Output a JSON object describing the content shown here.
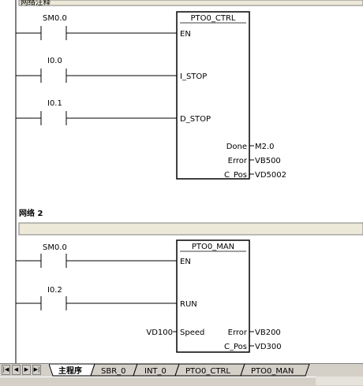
{
  "network1": {
    "header_partial": "网络注释",
    "block_title": "PTO0_CTRL",
    "contacts": [
      {
        "label": "SM0.0",
        "pin": "EN"
      },
      {
        "label": "I0.0",
        "pin": "I_STOP"
      },
      {
        "label": "I0.1",
        "pin": "D_STOP"
      }
    ],
    "outputs": [
      {
        "pin": "Done",
        "operand": "M2.0"
      },
      {
        "pin": "Error",
        "operand": "VB500"
      },
      {
        "pin": "C_Pos",
        "operand": "VD5002"
      }
    ]
  },
  "network2": {
    "label": "网络 2",
    "block_title": "PTO0_MAN",
    "contacts": [
      {
        "label": "SM0.0",
        "pin": "EN"
      },
      {
        "label": "I0.2",
        "pin": "RUN"
      }
    ],
    "input": {
      "operand": "VD100",
      "pin": "Speed"
    },
    "outputs": [
      {
        "pin": "Error",
        "operand": "VB200"
      },
      {
        "pin": "C_Pos",
        "operand": "VD300"
      }
    ]
  },
  "tabs": [
    "主程序",
    "SBR_0",
    "INT_0",
    "PTO0_CTRL",
    "PTO0_MAN"
  ],
  "active_tab": "主程序",
  "nav_icons": [
    "first-icon",
    "prev-icon",
    "next-icon",
    "last-icon"
  ],
  "colors": {
    "header_bar": "#ece9d8",
    "tab_bar": "#d4d0c8",
    "rail": "#000000"
  }
}
